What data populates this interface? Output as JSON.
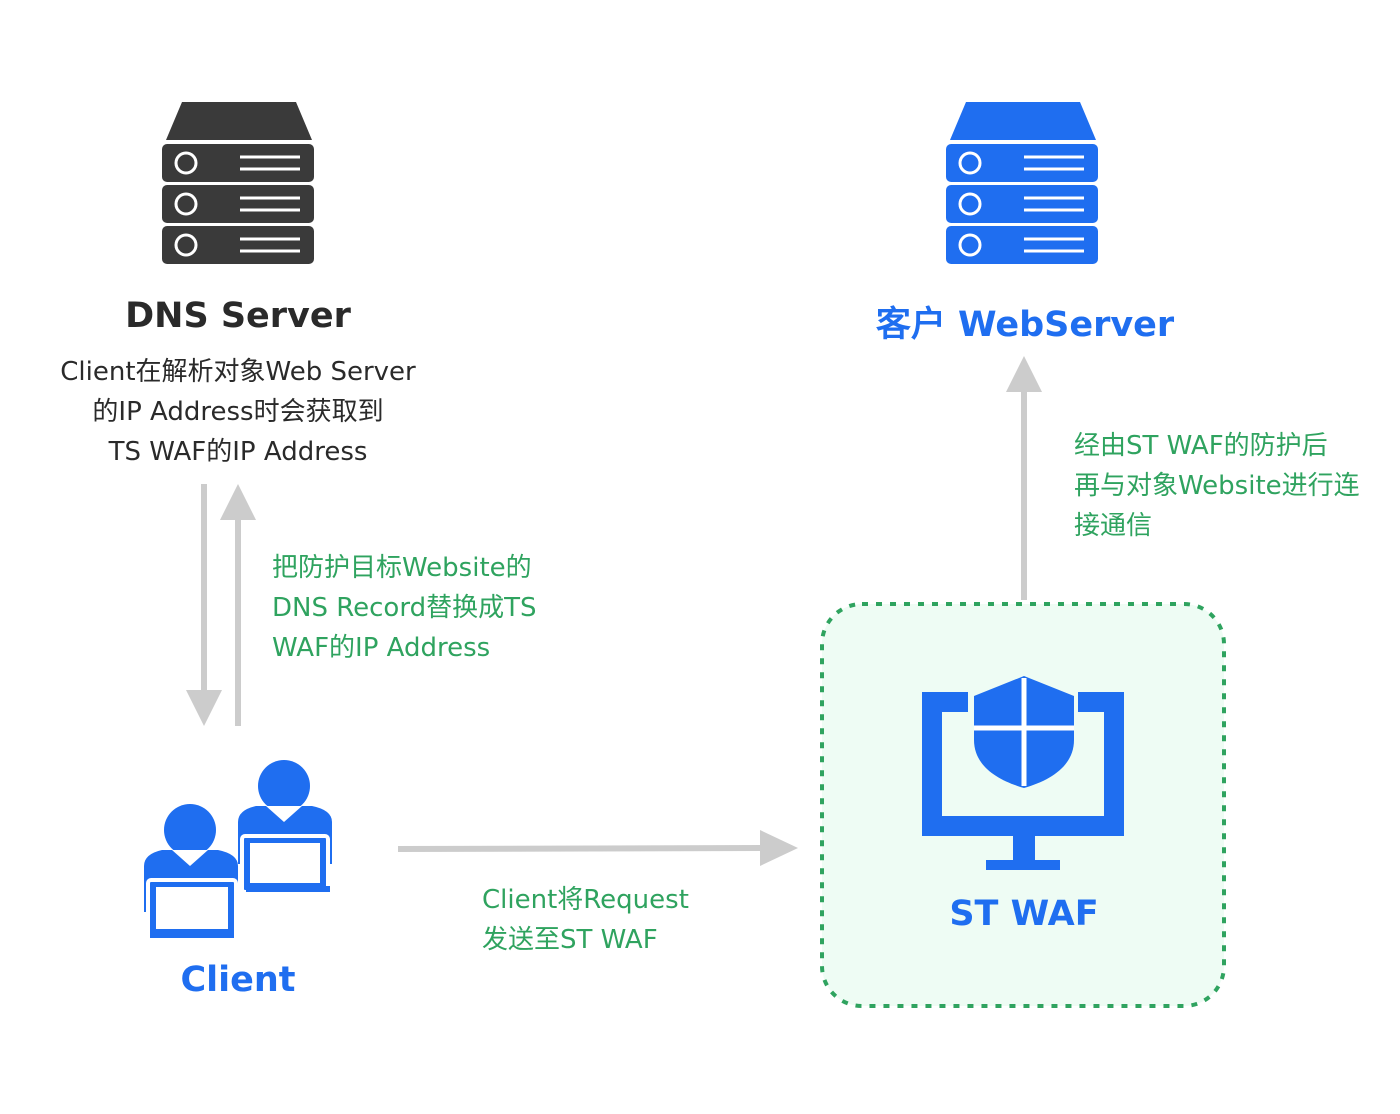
{
  "colors": {
    "brand_blue": "#1f6ef0",
    "green_text": "#2fa35f",
    "dark_server": "#3a3a3a",
    "arrow_gray": "#cccccc",
    "waf_border": "#2fa35f",
    "waf_fill": "#eefcf4"
  },
  "dns": {
    "title": "DNS Server",
    "description": "Client在解析对象Web Server\n的IP Address时会获取到\nTS WAF的IP Address",
    "icon": "server-stack-icon"
  },
  "webserver": {
    "title": "客户 WebServer",
    "icon": "server-stack-icon"
  },
  "client": {
    "label": "Client",
    "icon": "users-laptop-icon"
  },
  "waf": {
    "label": "ST WAF",
    "icon": "monitor-shield-icon"
  },
  "notes": {
    "dns_record": "把防护目标Website的\nDNS Record替换成TS\nWAF的IP Address",
    "to_website": "经由ST WAF的防护后\n再与对象Website进行连\n接通信",
    "request": "Client将Request\n发送至ST WAF"
  }
}
